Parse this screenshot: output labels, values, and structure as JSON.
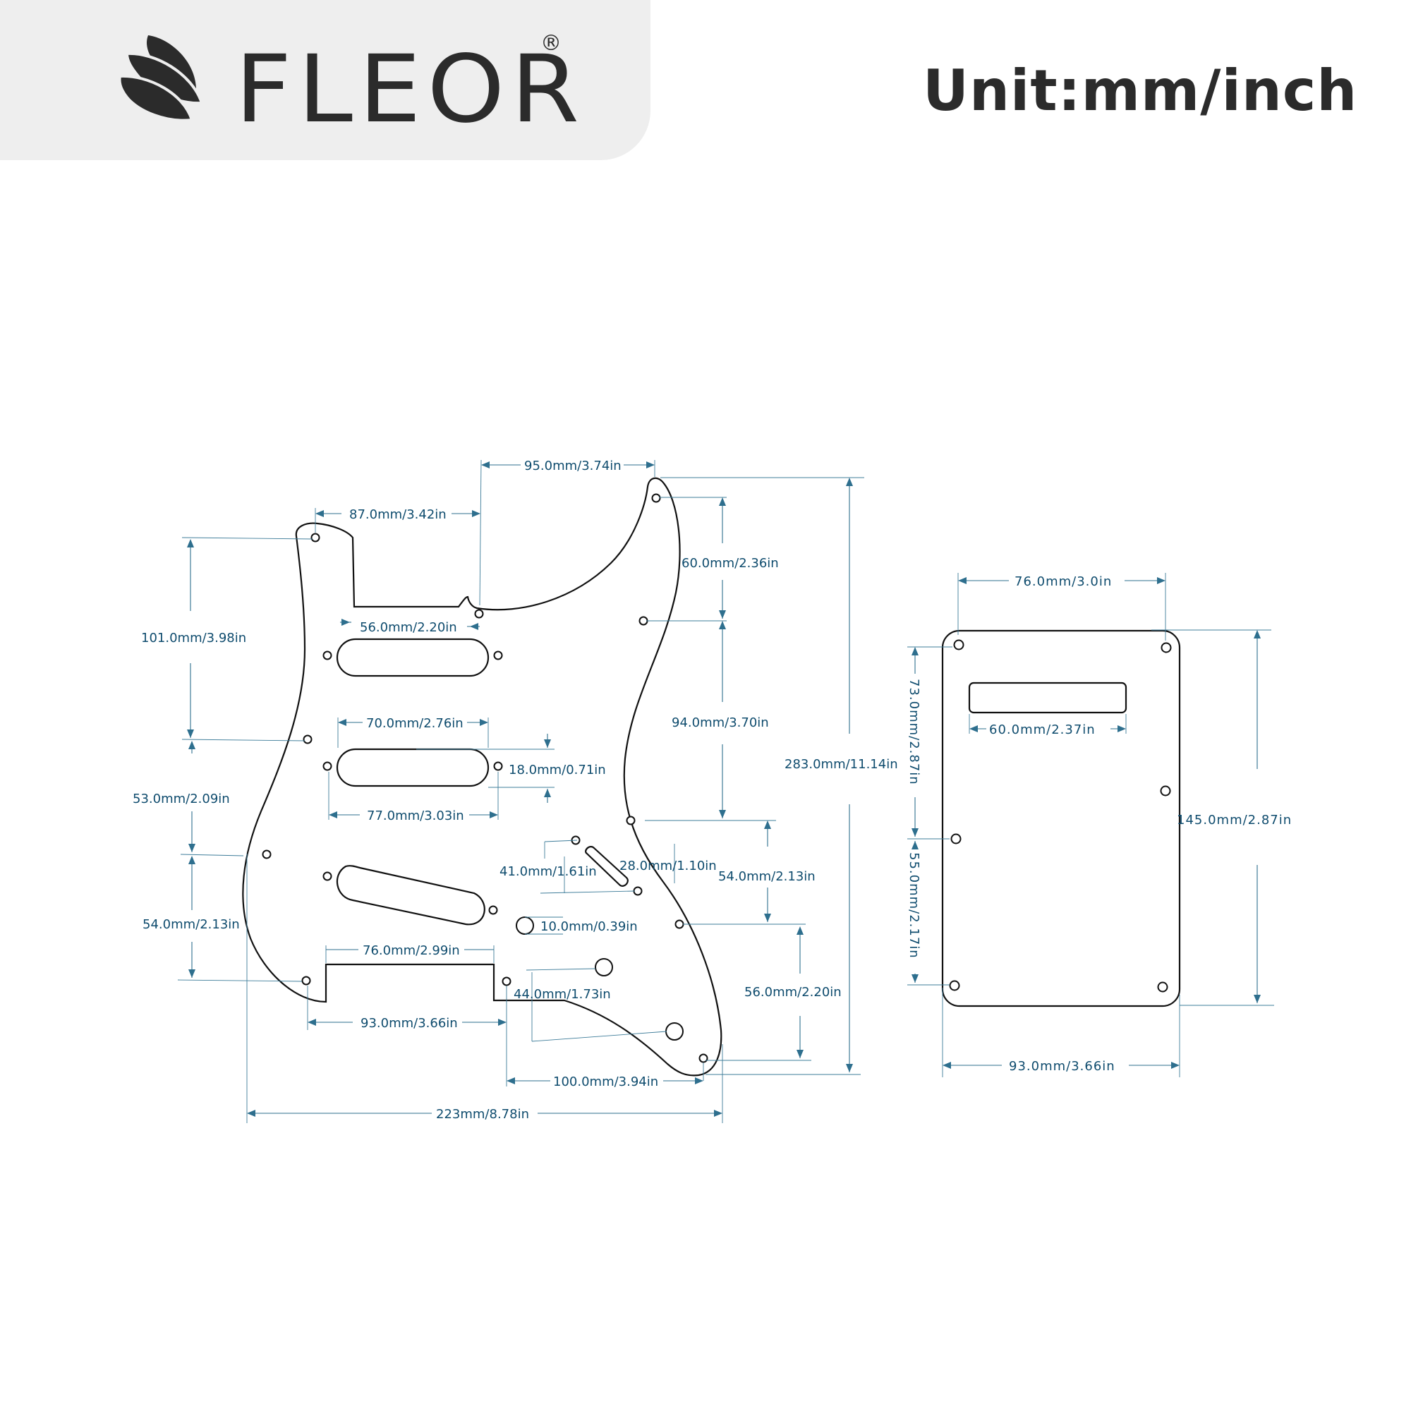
{
  "header": {
    "brand": "FLEOR",
    "registered": "®",
    "unit_label": "Unit:mm/inch"
  },
  "icons": {
    "logo": "leaf-logo-icon"
  },
  "colors": {
    "header_bg": "#eeeeee",
    "text_dark": "#2b2b2b",
    "dimension_blue": "#0f4c6e",
    "outline": "#111111"
  },
  "pickguard_dims": {
    "top_width_95": "95.0mm/3.74in",
    "top_width_87": "87.0mm/3.42in",
    "horn_60": "60.0mm/2.36in",
    "left_101": "101.0mm/3.98in",
    "neck_pickup_56": "56.0mm/2.20in",
    "right_94": "94.0mm/3.70in",
    "height_283": "283.0mm/11.14in",
    "mid_pickup_70": "70.0mm/2.76in",
    "pickup_height_18": "18.0mm/0.71in",
    "left_53": "53.0mm/2.09in",
    "mid_pickup_77": "77.0mm/3.03in",
    "switch_28": "28.0mm/1.10in",
    "switch_41": "41.0mm/1.61in",
    "right_54": "54.0mm/2.13in",
    "left_54": "54.0mm/2.13in",
    "pot_10": "10.0mm/0.39in",
    "cavity_76": "76.0mm/2.99in",
    "right_56": "56.0mm/2.20in",
    "pot_44": "44.0mm/1.73in",
    "bottom_93": "93.0mm/3.66in",
    "bottom_100": "100.0mm/3.94in",
    "total_223": "223mm/8.78in"
  },
  "backplate_dims": {
    "top_76": "76.0mm/3.0in",
    "slot_60": "60.0mm/2.37in",
    "left_73": "73.0mm/2.87in",
    "left_55": "55.0mm/2.17in",
    "right_145": "145.0mm/2.87in",
    "bottom_93": "93.0mm/3.66in"
  }
}
